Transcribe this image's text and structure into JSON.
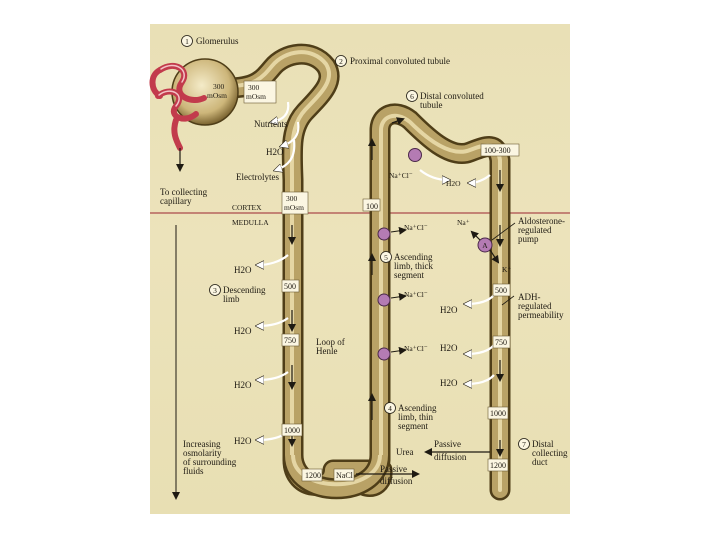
{
  "colors": {
    "background": "#ece3bb",
    "tubule": "#b9a266",
    "tubule_dark": "#5d4a1f",
    "tubule_light": "#eee1b1",
    "capillary": "#c23b4c",
    "boundary": "#9b2430",
    "pump": "#b47bb3"
  },
  "steps": {
    "s1": {
      "num": "1",
      "label": "Glomerulus"
    },
    "s2": {
      "num": "2",
      "label": "Proximal convoluted tubule"
    },
    "s3": {
      "num": "3",
      "line1": "Descending",
      "line2": "limb"
    },
    "s4": {
      "num": "4",
      "line1": "Ascending",
      "line2": "limb, thin",
      "line3": "segment"
    },
    "s5": {
      "num": "5",
      "line1": "Ascending",
      "line2": "limb, thick",
      "line3": "segment"
    },
    "s6": {
      "num": "6",
      "line1": "Distal convoluted",
      "line2": "tubule"
    },
    "s7": {
      "num": "7",
      "line1": "Distal",
      "line2": "collecting",
      "line3": "duct"
    }
  },
  "labels": {
    "glom_osm": {
      "line1": "300",
      "line2": "mOsm"
    },
    "prox_osm": {
      "line1": "300",
      "line2": "mOsm"
    },
    "cortex_osm": {
      "line1": "300",
      "line2": "mOsm"
    },
    "nutrients": "Nutrients",
    "h2o_prox": "H2O",
    "electrolytes": "Electrolytes",
    "to_collecting": {
      "line1": "To collecting",
      "line2": "capillary"
    },
    "cortex": "CORTEX",
    "medulla": "MEDULLA",
    "ascending_top": "100",
    "distal_osm": "100-300",
    "nacl_distal": "Na⁺Cl⁻",
    "h2o_distal": "H2O",
    "na_plus": "Na⁺",
    "k_plus": "K⁺",
    "pump_letter": "A",
    "aldosterone": {
      "line1": "Aldosterone-",
      "line2": "regulated",
      "line3": "pump"
    },
    "adh": {
      "line1": "ADH-",
      "line2": "regulated",
      "line3": "permeability"
    },
    "loop_of_henle": {
      "line1": "Loop of",
      "line2": "Henle"
    },
    "urea": "Urea",
    "passive_diffusion_right": {
      "line1": "Passive",
      "line2": "diffusion"
    },
    "passive_diffusion_bottom": {
      "line1": "Passive",
      "line2": "diffusion"
    },
    "nacl_bottom": "NaCl",
    "increasing": {
      "line1": "Increasing",
      "line2": "osmolarity",
      "line3": "of surrounding",
      "line4": "fluids"
    }
  },
  "descending_values": [
    "500",
    "750",
    "1000"
  ],
  "descending_h2o": [
    "H2O",
    "H2O",
    "H2O",
    "H2O"
  ],
  "ascending_nacl": [
    "Na⁺Cl⁻",
    "Na⁺Cl⁻",
    "Na⁺Cl⁻"
  ],
  "collecting_values": [
    "500",
    "750",
    "1000",
    "1200"
  ],
  "collecting_h2o": [
    "H2O",
    "H2O",
    "H2O"
  ],
  "loop_bottom_value": "1200"
}
